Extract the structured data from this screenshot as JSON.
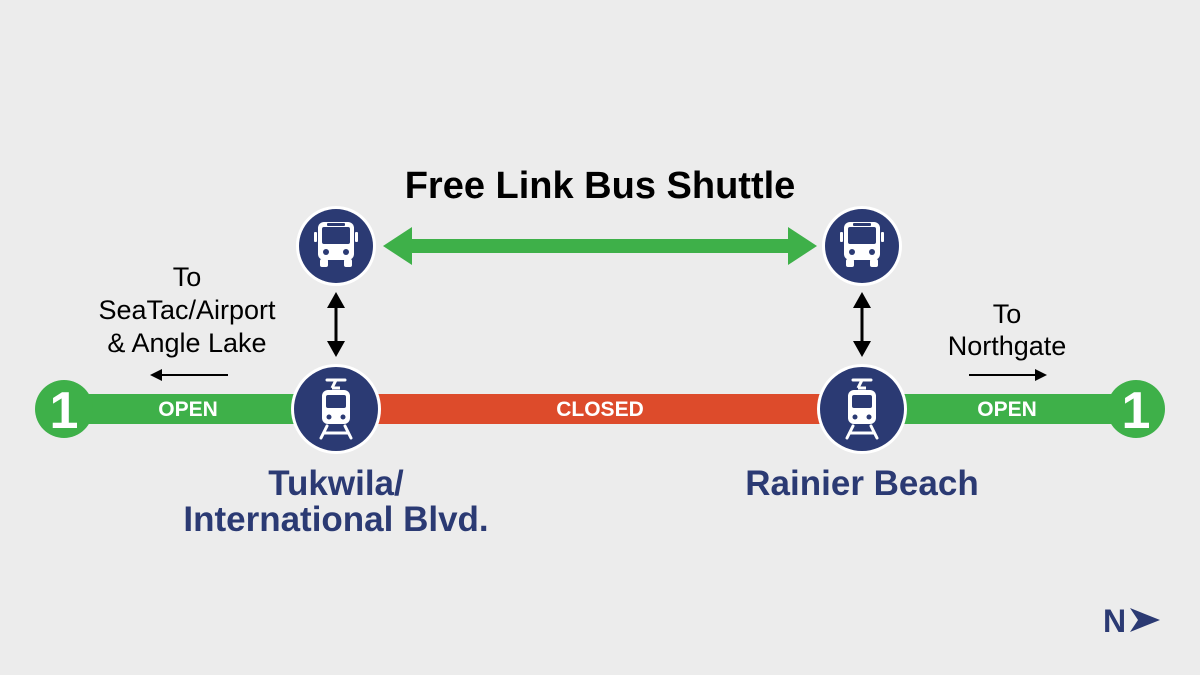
{
  "title": "Free Link Bus Shuttle",
  "colors": {
    "open": "#3eb049",
    "closed": "#dd4b2b",
    "navy": "#2b3a73",
    "background": "#ececec",
    "text": "#000000"
  },
  "route": {
    "number": "1",
    "icon": "line-1-badge"
  },
  "segments": {
    "left": "OPEN",
    "middle": "CLOSED",
    "right": "OPEN"
  },
  "destinations": {
    "left": [
      "To",
      "SeaTac/Airport",
      "& Angle Lake"
    ],
    "right": [
      "To",
      "Northgate"
    ]
  },
  "stations": {
    "tukwila": {
      "name_lines": [
        "Tukwila/",
        "International Blvd."
      ],
      "icon": "light-rail-train-icon"
    },
    "rainier_beach": {
      "name_lines": [
        "Rainier Beach"
      ],
      "icon": "light-rail-train-icon"
    }
  },
  "bus_icon": "bus-icon",
  "compass": {
    "label": "N",
    "icon": "north-arrow-icon"
  }
}
